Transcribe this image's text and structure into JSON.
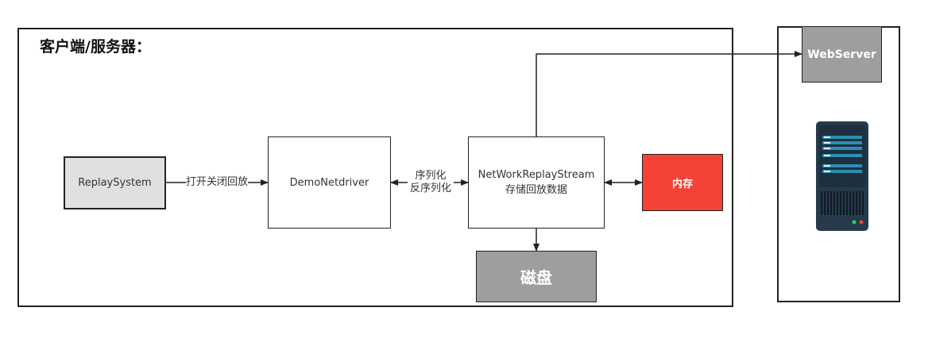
{
  "client_title": "客户端/服务器：",
  "nodes": {
    "replay_system": "ReplaySystem",
    "demo_netdriver": "DemoNetdriver",
    "stream_line1": "NetWorkReplayStream",
    "stream_line2": "存储回放数据",
    "memory": "内存",
    "disk": "磁盘",
    "webserver": "WebServer"
  },
  "edges": {
    "open_close_replay": "打开关闭回放",
    "serialize": "序列化",
    "deserialize": "反序列化"
  },
  "colors": {
    "replay_fill": "#e0e0e0",
    "memory_fill": "#f44336",
    "disk_fill": "#9e9e9e",
    "webserver_fill": "#9e9e9e",
    "server_dark": "#273a4b",
    "server_stripe": "#2b8fb5"
  },
  "icons": [
    "server-icon"
  ]
}
